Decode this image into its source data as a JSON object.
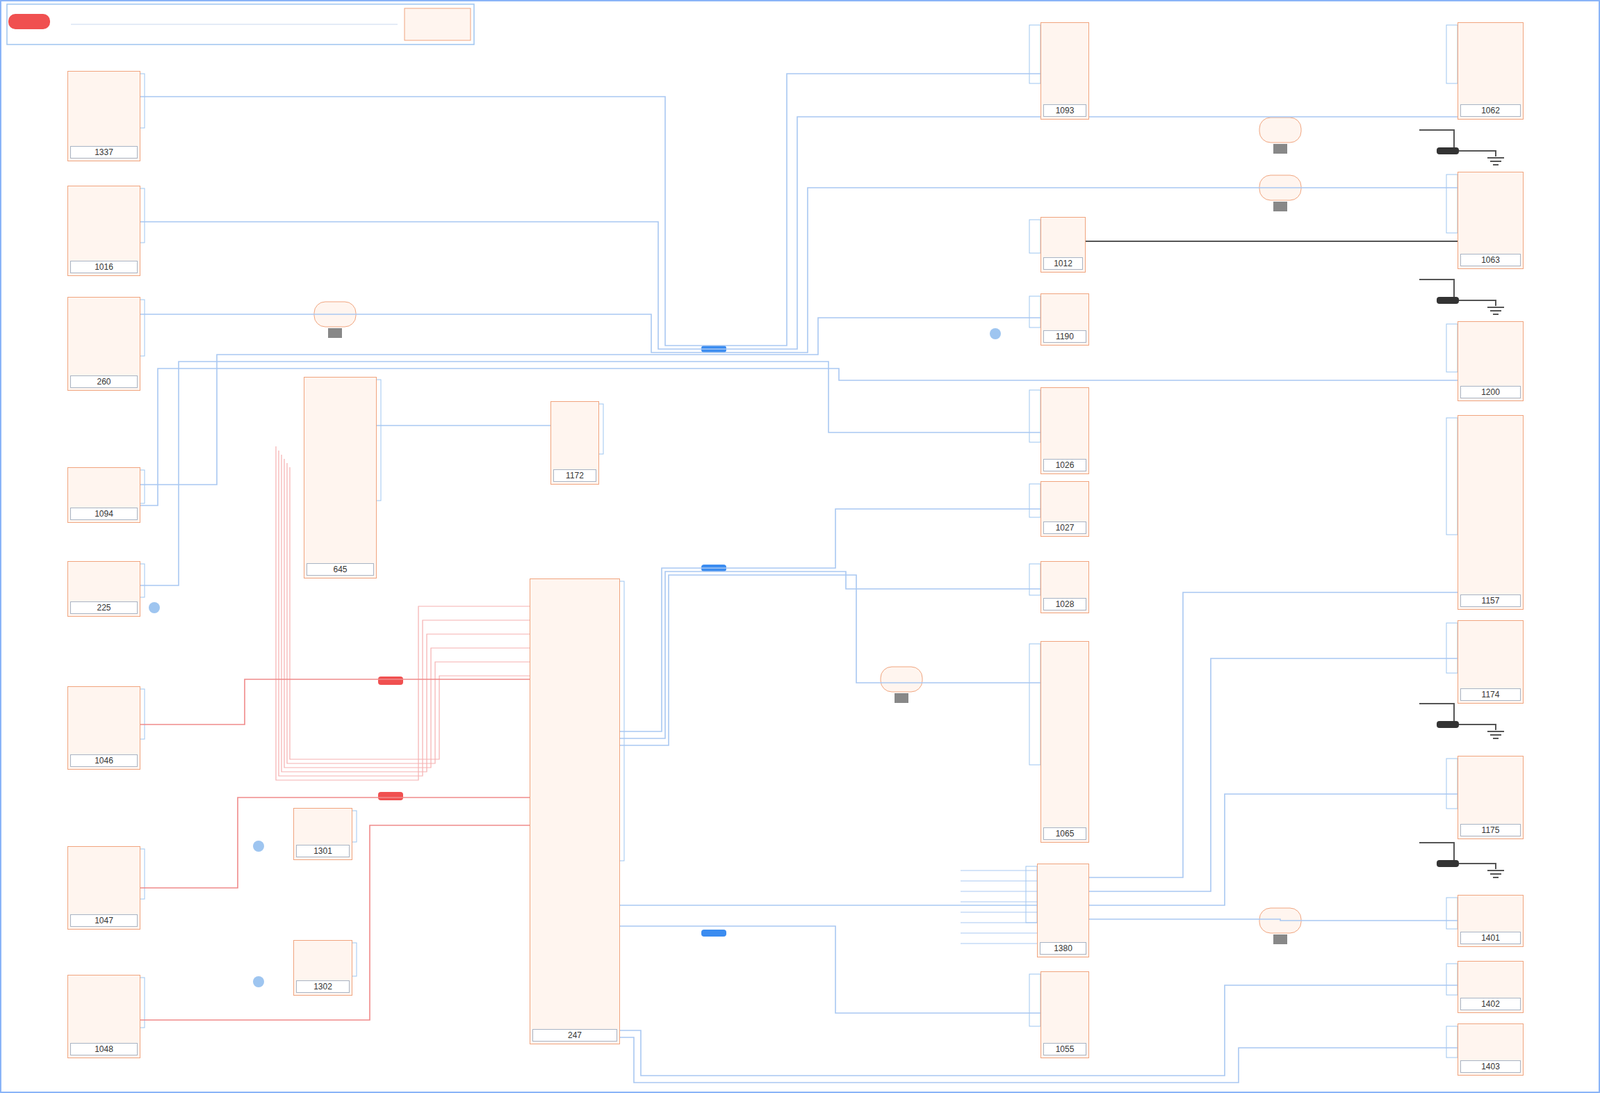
{
  "diagram": {
    "nodes": [
      {
        "text": [
          "1337"
        ]
      },
      {
        "text": [
          "1016"
        ]
      },
      {
        "text": [
          "260"
        ]
      },
      {
        "text": [
          "1094"
        ]
      },
      {
        "text": [
          "225"
        ]
      },
      {
        "text": [
          "1046"
        ]
      },
      {
        "text": [
          "1047"
        ]
      },
      {
        "text": [
          "1048"
        ]
      },
      {
        "text": [
          "645"
        ]
      },
      {
        "text": [
          "1172"
        ]
      },
      {
        "text": [
          "1301"
        ]
      },
      {
        "text": [
          "1302"
        ]
      },
      {
        "text": [
          "247"
        ]
      },
      {
        "text": [
          "1093"
        ]
      },
      {
        "text": [
          "1012"
        ]
      },
      {
        "text": [
          "1190"
        ]
      },
      {
        "text": [
          "1026"
        ]
      },
      {
        "text": [
          "1027"
        ]
      },
      {
        "text": [
          "1028"
        ]
      },
      {
        "text": [
          "1065"
        ]
      },
      {
        "text": [
          "1380"
        ]
      },
      {
        "text": [
          "1055"
        ]
      },
      {
        "text": [
          "1062"
        ]
      },
      {
        "text": [
          "1063"
        ]
      },
      {
        "text": [
          "1200"
        ]
      },
      {
        "text": [
          "1157"
        ]
      },
      {
        "text": [
          "1174"
        ]
      },
      {
        "text": [
          "1175"
        ]
      },
      {
        "text": [
          "1401"
        ]
      },
      {
        "text": [
          "1402"
        ]
      },
      {
        "text": [
          "1403"
        ]
      }
    ],
    "edges": [
      {
        "from": 0,
        "to": 13,
        "arrow": "none"
      },
      {
        "from": 1,
        "to": 22,
        "arrow": "none"
      },
      {
        "from": 2,
        "to": 23,
        "arrow": "none"
      },
      {
        "from": 3,
        "to": 15,
        "arrow": "none"
      },
      {
        "from": 4,
        "to": 16,
        "arrow": "none"
      },
      {
        "from": 3,
        "to": 24,
        "arrow": "none"
      },
      {
        "from": 8,
        "to": 9,
        "arrow": "none"
      },
      {
        "from": 5,
        "to": 12,
        "arrow": "none"
      },
      {
        "from": 6,
        "to": 12,
        "arrow": "none"
      },
      {
        "from": 7,
        "to": 12,
        "arrow": "none"
      },
      {
        "from": 12,
        "to": 17,
        "arrow": "none"
      },
      {
        "from": 12,
        "to": 18,
        "arrow": "none"
      },
      {
        "from": 12,
        "to": 19,
        "arrow": "none"
      },
      {
        "from": 12,
        "to": 20,
        "arrow": "none"
      },
      {
        "from": 12,
        "to": 21,
        "arrow": "none"
      },
      {
        "from": 20,
        "to": 25,
        "arrow": "none"
      },
      {
        "from": 20,
        "to": 26,
        "arrow": "none"
      },
      {
        "from": 20,
        "to": 27,
        "arrow": "none"
      },
      {
        "from": 20,
        "to": 28,
        "arrow": "none"
      },
      {
        "from": 12,
        "to": 29,
        "arrow": "none"
      },
      {
        "from": 12,
        "to": 30,
        "arrow": "none"
      },
      {
        "from": 14,
        "to": 23,
        "arrow": "none"
      }
    ]
  }
}
